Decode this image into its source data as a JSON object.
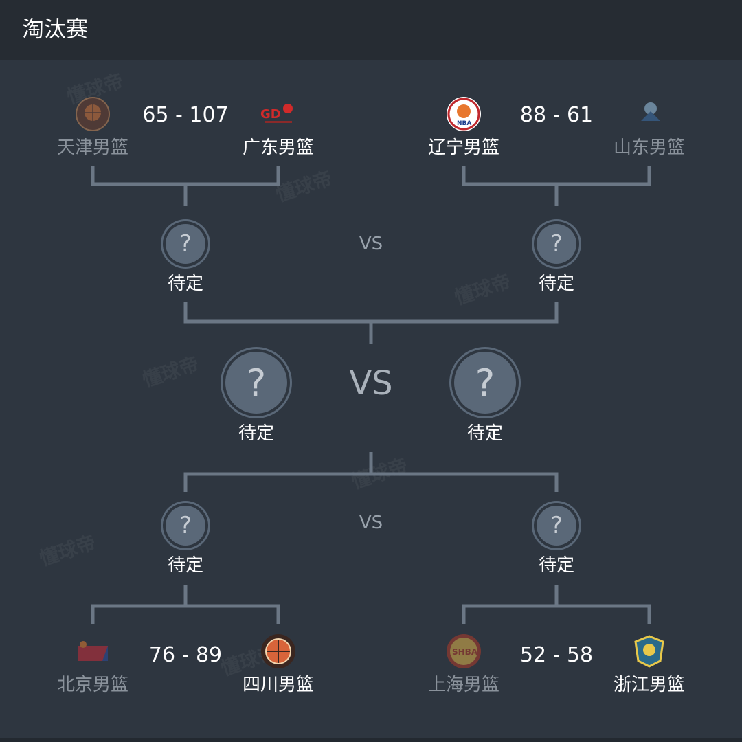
{
  "header": {
    "title": "淘汰赛"
  },
  "watermark": "懂球帝",
  "top_left_match": {
    "score": "65 - 107",
    "home": {
      "name": "天津男篮",
      "logo": "tianjin-logo"
    },
    "away": {
      "name": "广东男篮",
      "logo": "guangdong-logo"
    }
  },
  "top_right_match": {
    "score": "88 - 61",
    "home": {
      "name": "辽宁男篮",
      "logo": "liaoning-logo"
    },
    "away": {
      "name": "山东男篮",
      "logo": "shandong-logo"
    }
  },
  "bottom_left_match": {
    "score": "76 - 89",
    "home": {
      "name": "北京男篮",
      "logo": "beijing-logo"
    },
    "away": {
      "name": "四川男篮",
      "logo": "sichuan-logo"
    }
  },
  "bottom_right_match": {
    "score": "52 - 58",
    "home": {
      "name": "上海男篮",
      "logo": "shanghai-logo"
    },
    "away": {
      "name": "浙江男篮",
      "logo": "zhejiang-logo"
    }
  },
  "semis_top": {
    "vs": "VS",
    "left": "待定",
    "right": "待定",
    "mark": "?"
  },
  "final": {
    "vs": "VS",
    "left": "待定",
    "right": "待定",
    "mark": "?"
  },
  "semis_bottom": {
    "vs": "VS",
    "left": "待定",
    "right": "待定",
    "mark": "?"
  },
  "colors": {
    "background": "#2e3640",
    "bar": "#262c33",
    "line": "#6b7785",
    "circle": "#5a6878"
  }
}
